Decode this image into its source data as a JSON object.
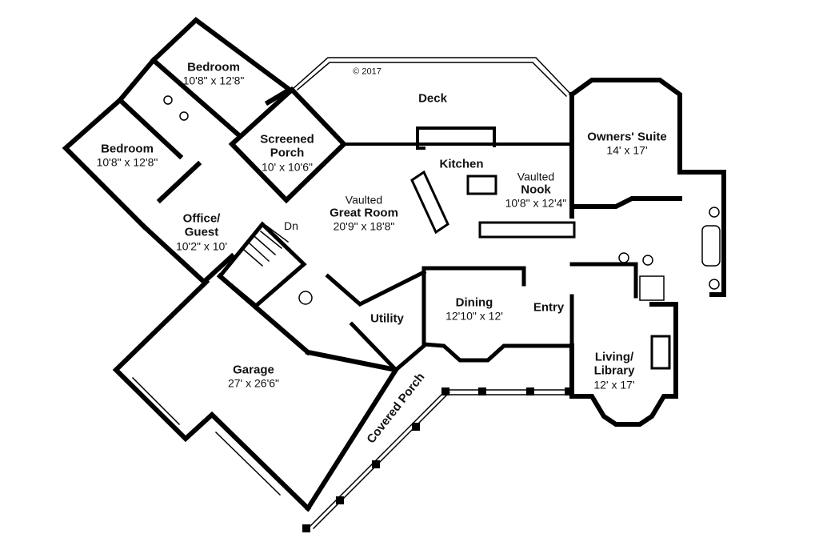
{
  "copyright": "© 2017",
  "rooms": {
    "bedroom_top": {
      "name": "Bedroom",
      "dim": "10'8\" x 12'8\""
    },
    "bedroom_left": {
      "name": "Bedroom",
      "dim": "10'8\" x 12'8\""
    },
    "screened_porch": {
      "name_line1": "Screened",
      "name_line2": "Porch",
      "dim": "10' x 10'6\""
    },
    "office_guest": {
      "name_line1": "Office/",
      "name_line2": "Guest",
      "dim": "10'2\" x 10'"
    },
    "deck": {
      "name": "Deck"
    },
    "kitchen": {
      "name": "Kitchen"
    },
    "nook": {
      "prefix": "Vaulted",
      "name": "Nook",
      "dim": "10'8\" x 12'4\""
    },
    "owners_suite": {
      "name": "Owners' Suite",
      "dim": "14' x 17'"
    },
    "great_room": {
      "prefix": "Vaulted",
      "name": "Great Room",
      "dim": "20'9\" x 18'8\""
    },
    "dining": {
      "name": "Dining",
      "dim": "12'10\" x 12'"
    },
    "entry": {
      "name": "Entry"
    },
    "utility": {
      "name": "Utility"
    },
    "garage": {
      "name": "Garage",
      "dim": "27' x 26'6\""
    },
    "covered_porch": {
      "name": "Covered Porch"
    },
    "living_library": {
      "name_line1": "Living/",
      "name_line2": "Library",
      "dim": "12' x 17'"
    }
  },
  "stair_label": "Dn"
}
